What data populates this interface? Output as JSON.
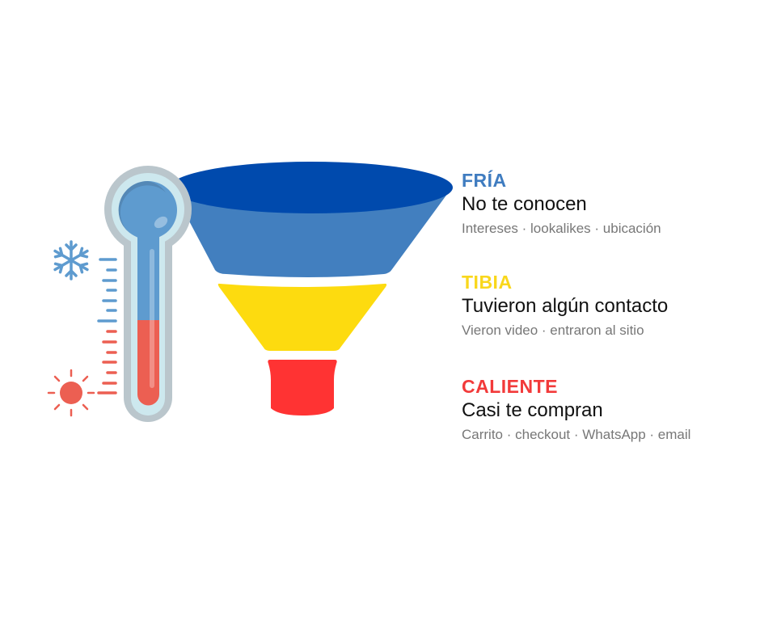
{
  "stages": [
    {
      "tag": "FRÍA",
      "title": "No te conocen",
      "detail": "Intereses · lookalikes · ubicación",
      "color": "#3f7cc0"
    },
    {
      "tag": "TIBIA",
      "title": "Tuvieron algún contacto",
      "detail": "Vieron video · entraron al sitio",
      "color": "#f9d71c"
    },
    {
      "tag": "CALIENTE",
      "title": "Casi te compran",
      "detail": "Carrito · checkout · WhatsApp · email",
      "color": "#f23a3a"
    }
  ],
  "colors": {
    "funnel_top": "#004aad",
    "funnel_cold": "#427fbf",
    "funnel_warm": "#fddb0f",
    "funnel_hot": "#ff3333",
    "thermo_cold": "#5e9bcf",
    "thermo_hot": "#ec5f52"
  },
  "icons": [
    "snowflake-icon",
    "sun-icon",
    "thermometer-icon",
    "funnel-icon"
  ]
}
